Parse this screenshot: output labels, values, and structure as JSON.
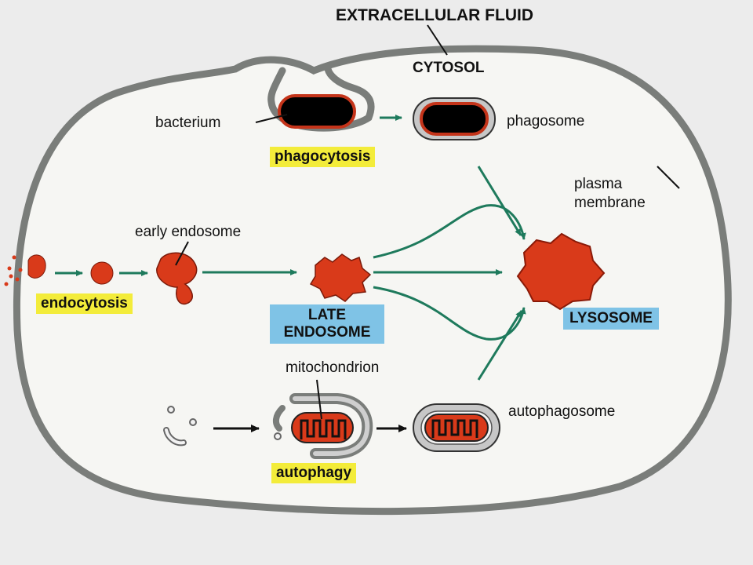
{
  "labels": {
    "extracellular_fluid": "EXTRACELLULAR FLUID",
    "cytosol": "CYTOSOL",
    "bacterium": "bacterium",
    "phagosome": "phagosome",
    "phagocytosis": "phagocytosis",
    "plasma_membrane_line1": "plasma",
    "plasma_membrane_line2": "membrane",
    "early_endosome": "early endosome",
    "endocytosis": "endocytosis",
    "late_endosome_line1": "LATE",
    "late_endosome_line2": "ENDOSOME",
    "lysosome": "LYSOSOME",
    "mitochondrion": "mitochondrion",
    "autophagosome": "autophagosome",
    "autophagy": "autophagy"
  },
  "colors": {
    "background": "#ececec",
    "cell_interior": "#f6f6f3",
    "membrane": "#7a7d7a",
    "arrow_green": "#1e7a5c",
    "lysosome_red": "#d93a1a",
    "bacterium_outline": "#c4341a",
    "highlight_yellow": "#f3ec3a",
    "highlight_blue": "#7fc3e6"
  }
}
